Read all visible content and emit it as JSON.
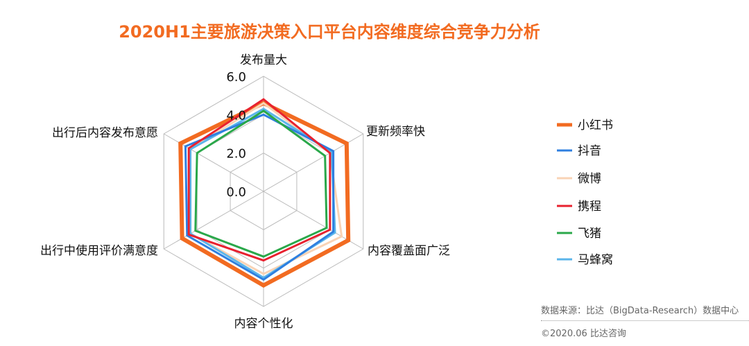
{
  "chart_data": {
    "type": "radar",
    "title": "2020H1主要旅游决策入口平台内容维度综合竞争力分析",
    "axes": [
      "发布量大",
      "更新频率快",
      "内容覆盖面广泛",
      "内容个性化",
      "出行中使用评价满意度",
      "出行后内容发布意愿"
    ],
    "ticks": [
      "0.0",
      "2.0",
      "4.0",
      "6.0"
    ],
    "range": [
      0,
      6
    ],
    "legend_position": "right",
    "series": [
      {
        "name": "小红书",
        "color": "#F26B21",
        "values": [
          4.6,
          5.0,
          5.1,
          4.9,
          4.9,
          5.0
        ]
      },
      {
        "name": "抖音",
        "color": "#2E7FE0",
        "values": [
          4.0,
          4.2,
          4.2,
          4.6,
          4.6,
          4.7
        ]
      },
      {
        "name": "微博",
        "color": "#F9D3B5",
        "values": [
          4.6,
          4.0,
          4.7,
          4.3,
          4.4,
          4.4
        ]
      },
      {
        "name": "携程",
        "color": "#E8212F",
        "values": [
          4.8,
          4.0,
          4.0,
          3.6,
          4.5,
          4.5
        ]
      },
      {
        "name": "飞猪",
        "color": "#2AA84A",
        "values": [
          4.2,
          3.7,
          3.8,
          3.4,
          4.1,
          4.0
        ]
      },
      {
        "name": "马蜂窝",
        "color": "#5BB5EA",
        "values": [
          4.3,
          4.1,
          4.3,
          4.5,
          4.4,
          4.4
        ]
      }
    ]
  },
  "footer": {
    "source": "数据来源：比达（BigData-Research）数据中心",
    "copyright": "©2020.06  比达咨询"
  }
}
